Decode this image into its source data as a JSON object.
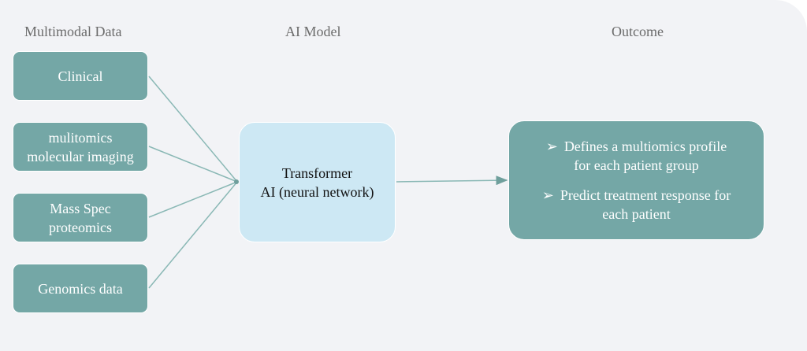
{
  "headers": {
    "data": "Multimodal Data",
    "model": "AI Model",
    "outcome": "Outcome"
  },
  "inputs": [
    {
      "line1": "Clinical",
      "line2": ""
    },
    {
      "line1": "mulitomics",
      "line2": "molecular imaging"
    },
    {
      "line1": "Mass Spec",
      "line2": "proteomics"
    },
    {
      "line1": "Genomics data",
      "line2": ""
    }
  ],
  "model": {
    "line1": "Transformer",
    "line2": "AI (neural network)"
  },
  "outcome": {
    "bullet_icon": "arrowhead-bullet",
    "bullets": [
      {
        "line1": "Defines a multiomics profile",
        "line2": "for each patient group"
      },
      {
        "line1": "Predict treatment response for",
        "line2": "each patient"
      }
    ]
  },
  "colors": {
    "background": "#f2f3f6",
    "input_fill": "#74a7a6",
    "model_fill": "#cde8f4",
    "outcome_fill": "#74a7a6",
    "connector": "#8ab8b5"
  }
}
